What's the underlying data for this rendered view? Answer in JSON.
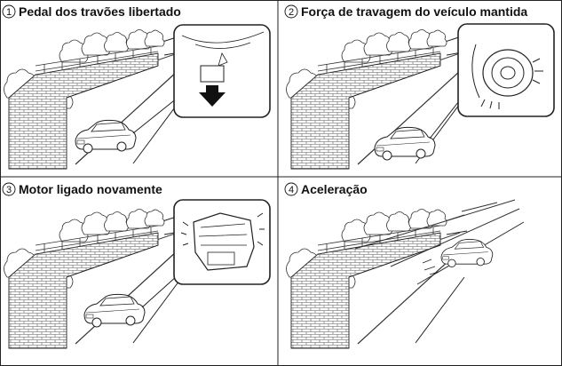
{
  "panels": [
    {
      "number": "1",
      "title": "Pedal dos travões libertado",
      "inset_icon": "brake-pedal-arrow-down-icon"
    },
    {
      "number": "2",
      "title": "Força de travagem do veículo mantida",
      "inset_icon": "braked-wheel-icon"
    },
    {
      "number": "3",
      "title": "Motor ligado novamente",
      "inset_icon": "vibrating-engine-icon"
    },
    {
      "number": "4",
      "title": "Aceleração",
      "inset_icon": null
    }
  ],
  "colors": {
    "line": "#222222",
    "background": "#ffffff"
  }
}
